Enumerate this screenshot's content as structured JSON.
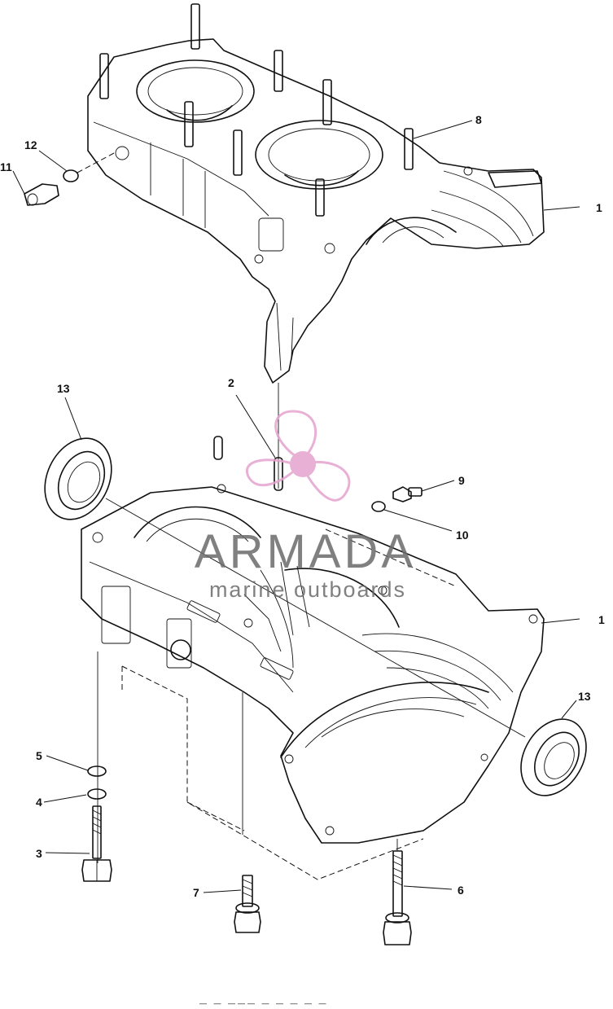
{
  "callouts": [
    {
      "id": "c1a",
      "label": "1"
    },
    {
      "id": "c1b",
      "label": "1"
    },
    {
      "id": "c2",
      "label": "2"
    },
    {
      "id": "c3",
      "label": "3"
    },
    {
      "id": "c4",
      "label": "4"
    },
    {
      "id": "c5",
      "label": "5"
    },
    {
      "id": "c6",
      "label": "6"
    },
    {
      "id": "c7",
      "label": "7"
    },
    {
      "id": "c8",
      "label": "8"
    },
    {
      "id": "c9",
      "label": "9"
    },
    {
      "id": "c10",
      "label": "10"
    },
    {
      "id": "c11",
      "label": "11"
    },
    {
      "id": "c12",
      "label": "12"
    },
    {
      "id": "c13a",
      "label": "13"
    },
    {
      "id": "c13b",
      "label": "13"
    }
  ],
  "watermark": {
    "brand": "ARMADA",
    "tagline": "marine outboards",
    "logo_color": "#e6a3cf",
    "text_color": "#6b6b6b"
  },
  "footer": {
    "text": "— — ——— — — — — —"
  }
}
